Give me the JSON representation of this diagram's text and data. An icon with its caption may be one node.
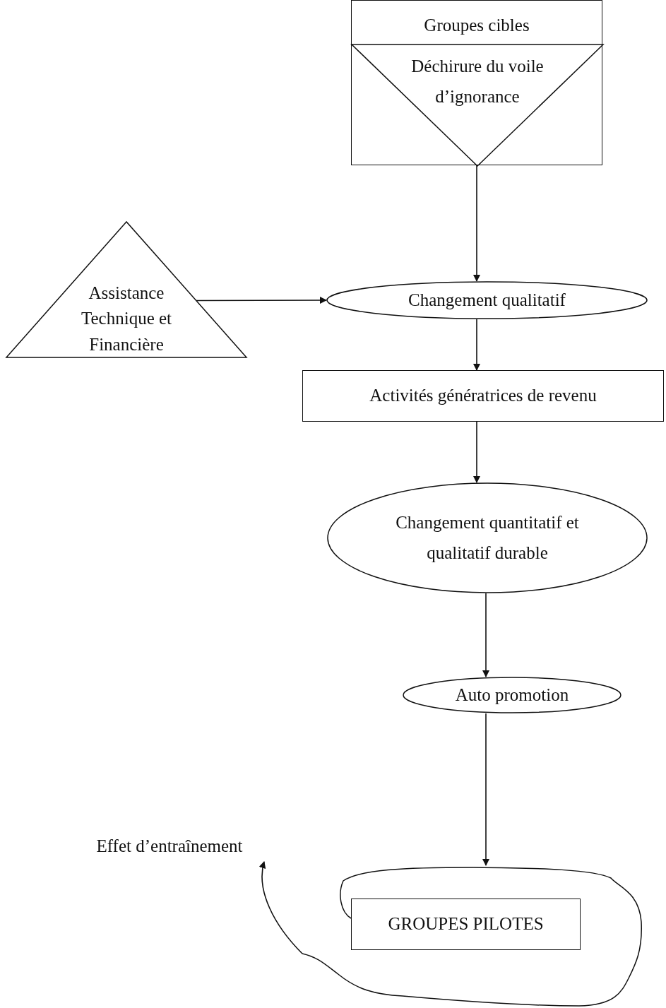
{
  "diagram": {
    "nodes": [
      {
        "text": [
          "Groupes cibles"
        ]
      },
      {
        "text": [
          "Déchirure du voile d’ignorance"
        ],
        "in": 0
      },
      {
        "text": [
          "Assistance Technique et Financière"
        ]
      },
      {
        "text": [
          "Changement qualitatif"
        ]
      },
      {
        "text": [
          "Activités génératrices de revenu"
        ]
      },
      {
        "text": [
          "Changement quantitatif et qualitatif durable"
        ]
      },
      {
        "text": [
          "Auto promotion"
        ]
      },
      {
        "text": [],
        "shape": "cloud"
      },
      {
        "text": [
          "GROUPES PILOTES"
        ],
        "in": 7
      },
      {
        "text": [
          "Effet d’entraînement"
        ]
      }
    ],
    "edges": [
      {
        "from": 0,
        "to": 3,
        "arrow": "to"
      },
      {
        "from": 2,
        "to": 3,
        "arrow": "to"
      },
      {
        "from": 3,
        "to": 4,
        "arrow": "to"
      },
      {
        "from": 4,
        "to": 5,
        "arrow": "to"
      },
      {
        "from": 5,
        "to": 6,
        "arrow": "to"
      },
      {
        "from": 6,
        "to": 7,
        "arrow": "to"
      },
      {
        "from": 7,
        "to": 9,
        "arrow": "to"
      }
    ]
  }
}
